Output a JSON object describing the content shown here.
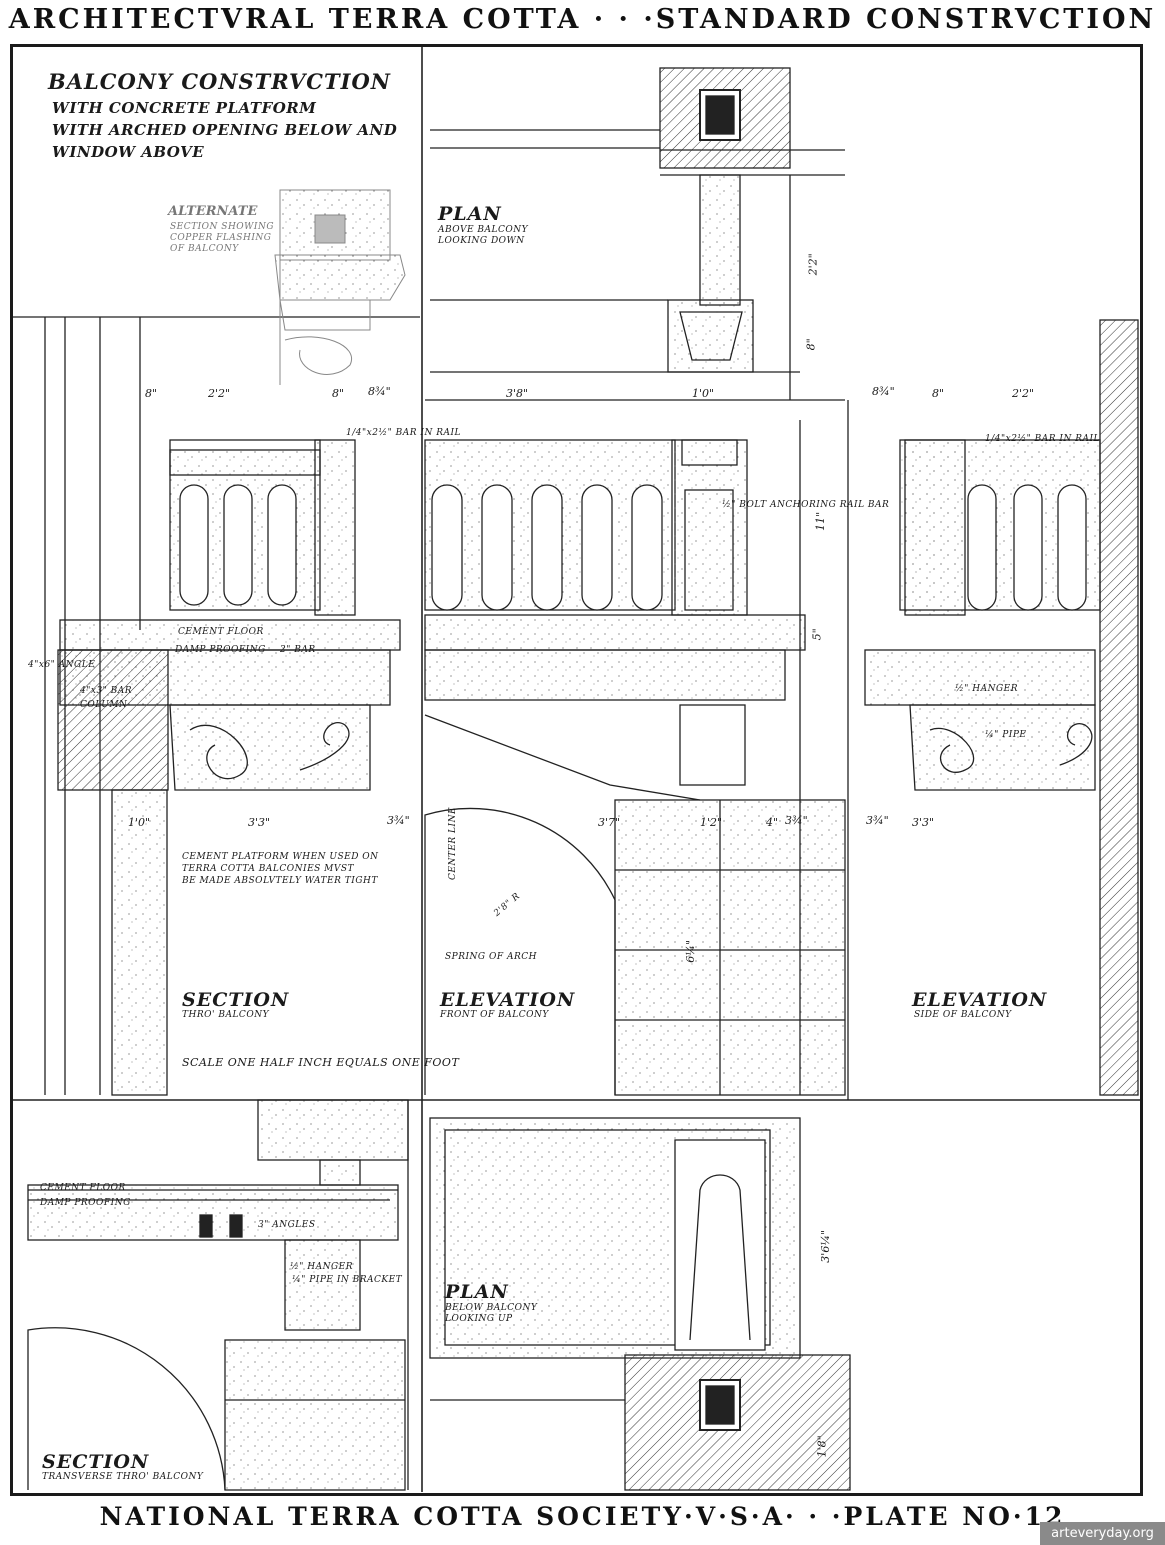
{
  "header": {
    "top_title": "ARCHITECTVRAL TERRA COTTA · · ·STANDARD CONSTRVCTION",
    "bottom_title": "NATIONAL TERRA COTTA SOCIETY·V·S·A· · ·PLATE NO·12"
  },
  "title_block": {
    "main": "BALCONY CONSTRVCTION",
    "line1": "WITH CONCRETE PLATFORM",
    "line2": "WITH ARCHED OPENING BELOW AND",
    "line3": "WINDOW ABOVE"
  },
  "alternate": {
    "title": "ALTERNATE",
    "line1": "SECTION SHOWING",
    "line2": "COPPER FLASHING",
    "line3": "OF BALCONY"
  },
  "views": {
    "plan_above": {
      "title": "PLAN",
      "sub1": "ABOVE BALCONY",
      "sub2": "LOOKING DOWN"
    },
    "section_thru": {
      "title": "SECTION",
      "sub1": "THRO' BALCONY"
    },
    "elevation_front": {
      "title": "ELEVATION",
      "sub1": "FRONT OF BALCONY"
    },
    "elevation_side": {
      "title": "ELEVATION",
      "sub1": "SIDE OF BALCONY"
    },
    "plan_below": {
      "title": "PLAN",
      "sub1": "BELOW BALCONY",
      "sub2": "LOOKING UP"
    },
    "section_transverse": {
      "title": "SECTION",
      "sub1": "TRANSVERSE THRO' BALCONY"
    }
  },
  "notes": {
    "scale": "SCALE ONE HALF INCH EQUALS ONE FOOT",
    "cement1": "CEMENT PLATFORM WHEN USED ON",
    "cement2": "TERRA COTTA BALCONIES MVST",
    "cement3": "BE MADE ABSOLVTELY WATER TIGHT",
    "cement_floor": "CEMENT FLOOR",
    "damp_proofing": "DAMP PROOFING",
    "bar": "2\" BAR",
    "angle": "4\"x6\" ANGLE",
    "bar_small": "4\"x3\" BAR",
    "column": "COLUMN",
    "bar_in_rail": "1/4\"x2½\" BAR IN RAIL",
    "bolt": "½\" BOLT ANCHORING RAIL BAR",
    "center_line": "CENTER LINE",
    "spring": "SPRING OF ARCH",
    "radius": "2'8\" R",
    "hanger": "½\" HANGER",
    "pipe": "¼\" PIPE",
    "pipe_bracket": "¼\" PIPE IN BRACKET",
    "angles": "3\" ANGLES",
    "cement_floor_2": "CEMENT FLOOR",
    "damp_proofing_2": "DAMP PROOFING"
  },
  "dimensions": {
    "d8": "8\"",
    "d22": "2'2\"",
    "d84": "8¾\"",
    "d38": "3'8\"",
    "d10": "1'0\"",
    "d22v": "2'2\"",
    "d8v": "8\"",
    "d84r": "8¾\"",
    "d8r": "8\"",
    "d22r": "2'2\"",
    "d10b": "1'0\"",
    "d33": "3'3\"",
    "d34": "3¾\"",
    "d37": "3'7\"",
    "d12": "1'2\"",
    "d4": "4\"",
    "d34b": "3¾\"",
    "d34r": "3¾\"",
    "d33r": "3'3\"",
    "d364": "3'6¼\"",
    "d18": "1'8\"",
    "d64": "6¼\"",
    "d11": "11\"",
    "d5": "5\""
  },
  "watermark": "arteveryday.org"
}
